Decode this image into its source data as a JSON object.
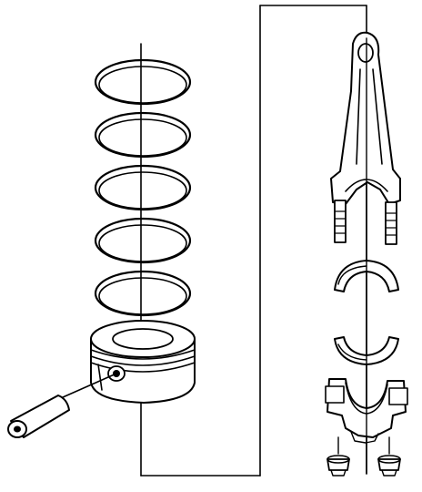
{
  "diagram": {
    "type": "exploded-assembly",
    "background": "#ffffff",
    "line_color": "#000000",
    "components": {
      "piston_rings": {
        "count": 5
      },
      "piston": {},
      "piston_pin": {},
      "connecting_rod": {},
      "rod_bearing_upper": {},
      "rod_bearing_lower": {},
      "rod_cap": {},
      "rod_nuts": {
        "count": 2
      }
    }
  }
}
